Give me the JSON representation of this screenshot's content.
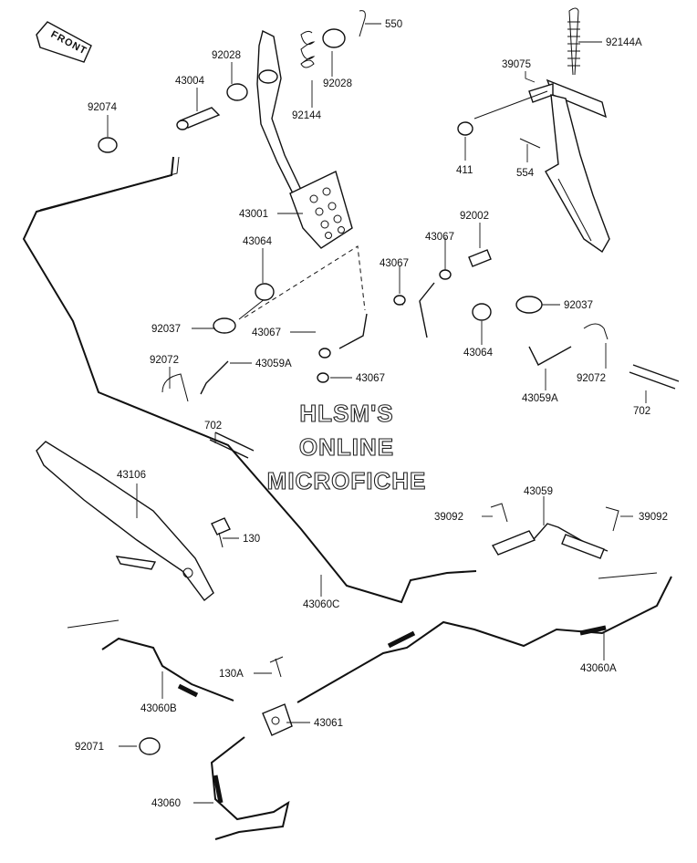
{
  "direction_tag": "FRONT",
  "watermark": [
    "HLSM'S",
    "ONLINE",
    "MICROFICHE"
  ],
  "callouts": [
    {
      "id": "c550",
      "text": "550"
    },
    {
      "id": "c92144a",
      "text": "92144A"
    },
    {
      "id": "c92028a",
      "text": "92028"
    },
    {
      "id": "c92028b",
      "text": "92028"
    },
    {
      "id": "c43004",
      "text": "43004"
    },
    {
      "id": "c39075",
      "text": "39075"
    },
    {
      "id": "c92074",
      "text": "92074"
    },
    {
      "id": "c92144",
      "text": "92144"
    },
    {
      "id": "c411",
      "text": "411"
    },
    {
      "id": "c554",
      "text": "554"
    },
    {
      "id": "c43001",
      "text": "43001"
    },
    {
      "id": "c92002",
      "text": "92002"
    },
    {
      "id": "c43064a",
      "text": "43064"
    },
    {
      "id": "c43067a",
      "text": "43067"
    },
    {
      "id": "c43067b",
      "text": "43067"
    },
    {
      "id": "c92037a",
      "text": "92037"
    },
    {
      "id": "c92037b",
      "text": "92037"
    },
    {
      "id": "c43067c",
      "text": "43067"
    },
    {
      "id": "c43064b",
      "text": "43064"
    },
    {
      "id": "c92072a",
      "text": "92072"
    },
    {
      "id": "c43059a1",
      "text": "43059A"
    },
    {
      "id": "c43067d",
      "text": "43067"
    },
    {
      "id": "c43059a2",
      "text": "43059A"
    },
    {
      "id": "c92072b",
      "text": "92072"
    },
    {
      "id": "c702a",
      "text": "702"
    },
    {
      "id": "c702b",
      "text": "702"
    },
    {
      "id": "c43106",
      "text": "43106"
    },
    {
      "id": "c43059",
      "text": "43059"
    },
    {
      "id": "c39092a",
      "text": "39092"
    },
    {
      "id": "c39092b",
      "text": "39092"
    },
    {
      "id": "c130",
      "text": "130"
    },
    {
      "id": "c43060c",
      "text": "43060C"
    },
    {
      "id": "c43060a",
      "text": "43060A"
    },
    {
      "id": "c130a",
      "text": "130A"
    },
    {
      "id": "c43060b",
      "text": "43060B"
    },
    {
      "id": "c43061",
      "text": "43061"
    },
    {
      "id": "c92071",
      "text": "92071"
    },
    {
      "id": "c43060",
      "text": "43060"
    }
  ]
}
